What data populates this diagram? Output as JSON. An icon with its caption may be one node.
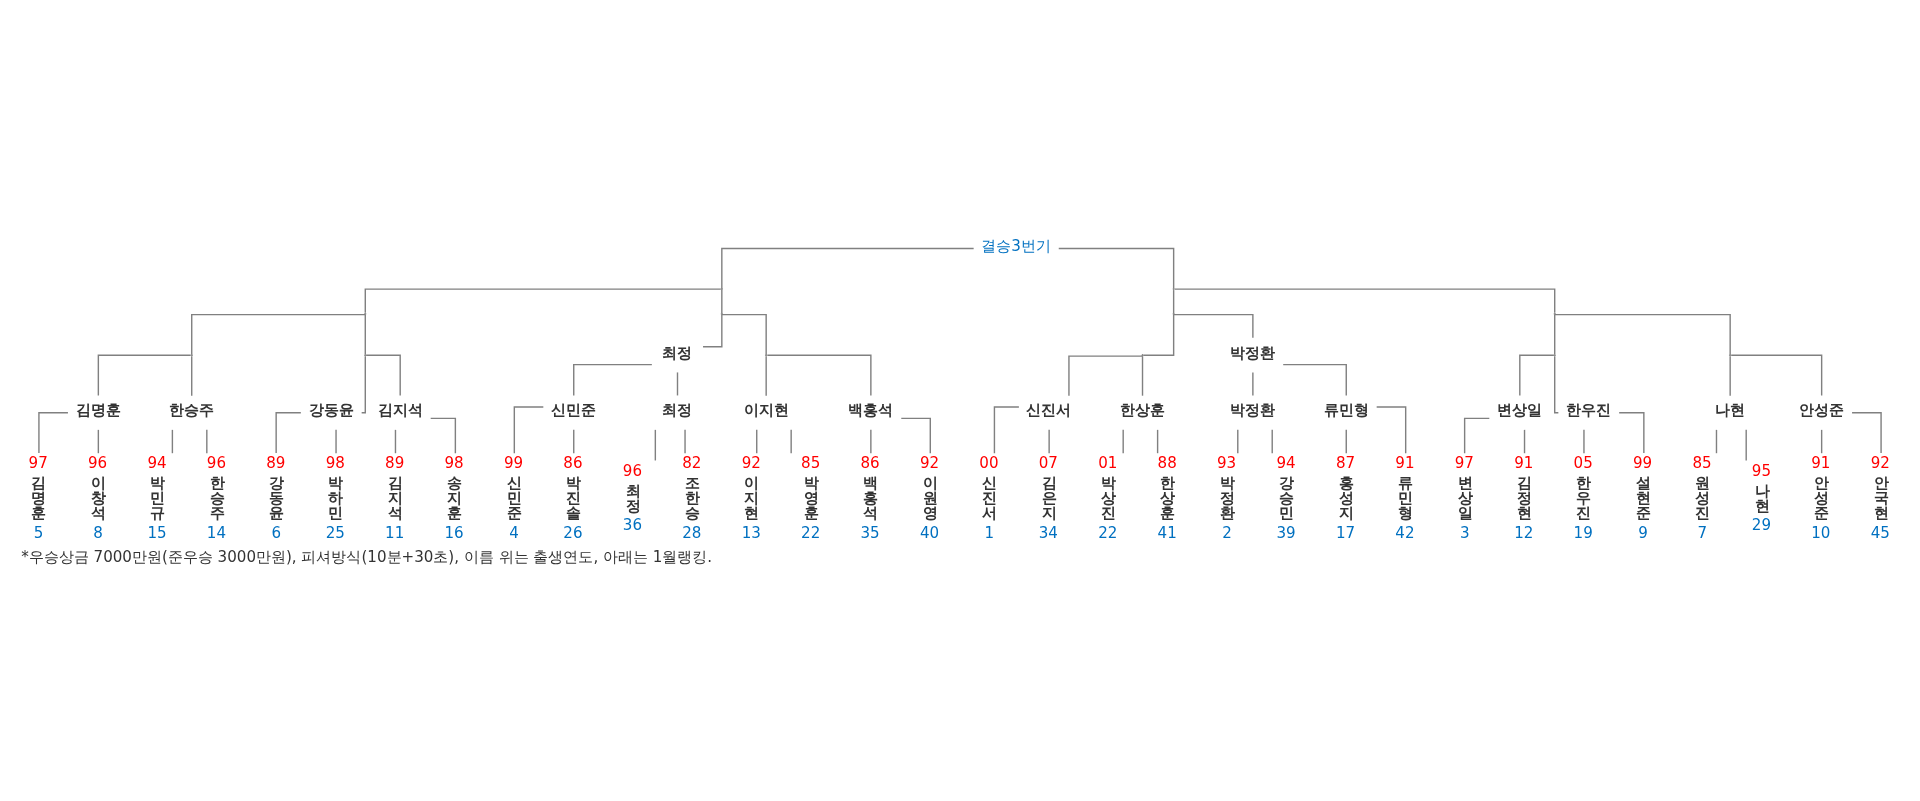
{
  "diagram": {
    "caption": "*우승상금 7000만원(준우승 3000만원), 피셔방식(10분+30초), 이름 위는 출생연도, 아래는 1월랭킹.",
    "nodes": [
      {
        "text": [
          "결승3번기"
        ]
      },
      {
        "text": [],
        "shape": "point"
      },
      {
        "text": [],
        "shape": "point"
      },
      {
        "text": [],
        "shape": "point"
      },
      {
        "text": [],
        "shape": "point"
      },
      {
        "text": [],
        "shape": "point"
      },
      {
        "text": [],
        "shape": "point"
      },
      {
        "text": [],
        "shape": "point"
      },
      {
        "text": [],
        "shape": "point"
      },
      {
        "text": [
          "최정"
        ]
      },
      {
        "text": [],
        "shape": "point"
      },
      {
        "text": [],
        "shape": "point"
      },
      {
        "text": [
          "박정환"
        ]
      },
      {
        "text": [],
        "shape": "point"
      },
      {
        "text": [],
        "shape": "point"
      },
      {
        "text": [
          "김명훈"
        ]
      },
      {
        "text": [
          "한승주"
        ]
      },
      {
        "text": [
          "강동윤"
        ]
      },
      {
        "text": [
          "김지석"
        ]
      },
      {
        "text": [
          "신민준"
        ]
      },
      {
        "text": [
          "최정"
        ]
      },
      {
        "text": [
          "이지현"
        ]
      },
      {
        "text": [
          "백홍석"
        ]
      },
      {
        "text": [
          "신진서"
        ]
      },
      {
        "text": [
          "한상훈"
        ]
      },
      {
        "text": [
          "박정환"
        ]
      },
      {
        "text": [
          "류민형"
        ]
      },
      {
        "text": [
          "변상일"
        ]
      },
      {
        "text": [
          "한우진"
        ]
      },
      {
        "text": [
          "나현"
        ]
      },
      {
        "text": [
          "안성준"
        ]
      },
      {
        "text": [
          "97",
          "김명훈",
          "5"
        ]
      },
      {
        "text": [
          "96",
          "이창석",
          "8"
        ]
      },
      {
        "text": [
          "94",
          "박민규",
          "15"
        ]
      },
      {
        "text": [
          "96",
          "한승주",
          "14"
        ]
      },
      {
        "text": [
          "89",
          "강동윤",
          "6"
        ]
      },
      {
        "text": [
          "98",
          "박하민",
          "25"
        ]
      },
      {
        "text": [
          "89",
          "김지석",
          "11"
        ]
      },
      {
        "text": [
          "98",
          "송지훈",
          "16"
        ]
      },
      {
        "text": [
          "99",
          "신민준",
          "4"
        ]
      },
      {
        "text": [
          "86",
          "박진솔",
          "26"
        ]
      },
      {
        "text": [
          "96",
          "최정",
          "36"
        ]
      },
      {
        "text": [
          "82",
          "조한승",
          "28"
        ]
      },
      {
        "text": [
          "92",
          "이지현",
          "13"
        ]
      },
      {
        "text": [
          "85",
          "박영훈",
          "22"
        ]
      },
      {
        "text": [
          "86",
          "백홍석",
          "35"
        ]
      },
      {
        "text": [
          "92",
          "이원영",
          "40"
        ]
      },
      {
        "text": [
          "00",
          "신진서",
          "1"
        ]
      },
      {
        "text": [
          "07",
          "김은지",
          "34"
        ]
      },
      {
        "text": [
          "01",
          "박상진",
          "22"
        ]
      },
      {
        "text": [
          "88",
          "한상훈",
          "41"
        ]
      },
      {
        "text": [
          "93",
          "박정환",
          "2"
        ]
      },
      {
        "text": [
          "94",
          "강승민",
          "39"
        ]
      },
      {
        "text": [
          "87",
          "홍성지",
          "17"
        ]
      },
      {
        "text": [
          "91",
          "류민형",
          "42"
        ]
      },
      {
        "text": [
          "97",
          "변상일",
          "3"
        ]
      },
      {
        "text": [
          "91",
          "김정현",
          "12"
        ]
      },
      {
        "text": [
          "05",
          "한우진",
          "19"
        ]
      },
      {
        "text": [
          "99",
          "설현준",
          "9"
        ]
      },
      {
        "text": [
          "85",
          "원성진",
          "7"
        ]
      },
      {
        "text": [
          "95",
          "나현",
          "29"
        ]
      },
      {
        "text": [
          "91",
          "안성준",
          "10"
        ]
      },
      {
        "text": [
          "92",
          "안국현",
          "45"
        ]
      }
    ],
    "edges": [
      {
        "from": 0,
        "to": 1,
        "arrow": "none"
      },
      {
        "from": 0,
        "to": 2,
        "arrow": "none"
      },
      {
        "from": 1,
        "to": 3,
        "arrow": "none"
      },
      {
        "from": 1,
        "to": 4,
        "arrow": "none"
      },
      {
        "from": 2,
        "to": 5,
        "arrow": "none"
      },
      {
        "from": 2,
        "to": 6,
        "arrow": "none"
      },
      {
        "from": 3,
        "to": 7,
        "arrow": "none"
      },
      {
        "from": 3,
        "to": 8,
        "arrow": "none"
      },
      {
        "from": 4,
        "to": 9,
        "arrow": "none"
      },
      {
        "from": 4,
        "to": 10,
        "arrow": "none"
      },
      {
        "from": 5,
        "to": 11,
        "arrow": "none"
      },
      {
        "from": 5,
        "to": 12,
        "arrow": "none"
      },
      {
        "from": 6,
        "to": 13,
        "arrow": "none"
      },
      {
        "from": 6,
        "to": 14,
        "arrow": "none"
      },
      {
        "from": 7,
        "to": 15,
        "arrow": "none"
      },
      {
        "from": 7,
        "to": 16,
        "arrow": "none"
      },
      {
        "from": 8,
        "to": 17,
        "arrow": "none"
      },
      {
        "from": 8,
        "to": 18,
        "arrow": "none"
      },
      {
        "from": 9,
        "to": 19,
        "arrow": "none"
      },
      {
        "from": 9,
        "to": 20,
        "arrow": "none"
      },
      {
        "from": 10,
        "to": 21,
        "arrow": "none"
      },
      {
        "from": 10,
        "to": 22,
        "arrow": "none"
      },
      {
        "from": 11,
        "to": 23,
        "arrow": "none"
      },
      {
        "from": 11,
        "to": 24,
        "arrow": "none"
      },
      {
        "from": 12,
        "to": 25,
        "arrow": "none"
      },
      {
        "from": 12,
        "to": 26,
        "arrow": "none"
      },
      {
        "from": 13,
        "to": 27,
        "arrow": "none"
      },
      {
        "from": 13,
        "to": 28,
        "arrow": "none"
      },
      {
        "from": 14,
        "to": 29,
        "arrow": "none"
      },
      {
        "from": 14,
        "to": 30,
        "arrow": "none"
      },
      {
        "from": 15,
        "to": 31,
        "arrow": "none"
      },
      {
        "from": 15,
        "to": 32,
        "arrow": "none"
      },
      {
        "from": 16,
        "to": 33,
        "arrow": "none"
      },
      {
        "from": 16,
        "to": 34,
        "arrow": "none"
      },
      {
        "from": 17,
        "to": 35,
        "arrow": "none"
      },
      {
        "from": 17,
        "to": 36,
        "arrow": "none"
      },
      {
        "from": 18,
        "to": 37,
        "arrow": "none"
      },
      {
        "from": 18,
        "to": 38,
        "arrow": "none"
      },
      {
        "from": 19,
        "to": 39,
        "arrow": "none"
      },
      {
        "from": 19,
        "to": 40,
        "arrow": "none"
      },
      {
        "from": 20,
        "to": 41,
        "arrow": "none"
      },
      {
        "from": 20,
        "to": 42,
        "arrow": "none"
      },
      {
        "from": 21,
        "to": 43,
        "arrow": "none"
      },
      {
        "from": 21,
        "to": 44,
        "arrow": "none"
      },
      {
        "from": 22,
        "to": 45,
        "arrow": "none"
      },
      {
        "from": 22,
        "to": 46,
        "arrow": "none"
      },
      {
        "from": 23,
        "to": 47,
        "arrow": "none"
      },
      {
        "from": 23,
        "to": 48,
        "arrow": "none"
      },
      {
        "from": 24,
        "to": 49,
        "arrow": "none"
      },
      {
        "from": 24,
        "to": 50,
        "arrow": "none"
      },
      {
        "from": 25,
        "to": 51,
        "arrow": "none"
      },
      {
        "from": 25,
        "to": 52,
        "arrow": "none"
      },
      {
        "from": 26,
        "to": 53,
        "arrow": "none"
      },
      {
        "from": 26,
        "to": 54,
        "arrow": "none"
      },
      {
        "from": 27,
        "to": 55,
        "arrow": "none"
      },
      {
        "from": 27,
        "to": 56,
        "arrow": "none"
      },
      {
        "from": 28,
        "to": 57,
        "arrow": "none"
      },
      {
        "from": 28,
        "to": 58,
        "arrow": "none"
      },
      {
        "from": 29,
        "to": 59,
        "arrow": "none"
      },
      {
        "from": 29,
        "to": 60,
        "arrow": "none"
      },
      {
        "from": 30,
        "to": 61,
        "arrow": "none"
      },
      {
        "from": 30,
        "to": 62,
        "arrow": "none"
      }
    ]
  }
}
